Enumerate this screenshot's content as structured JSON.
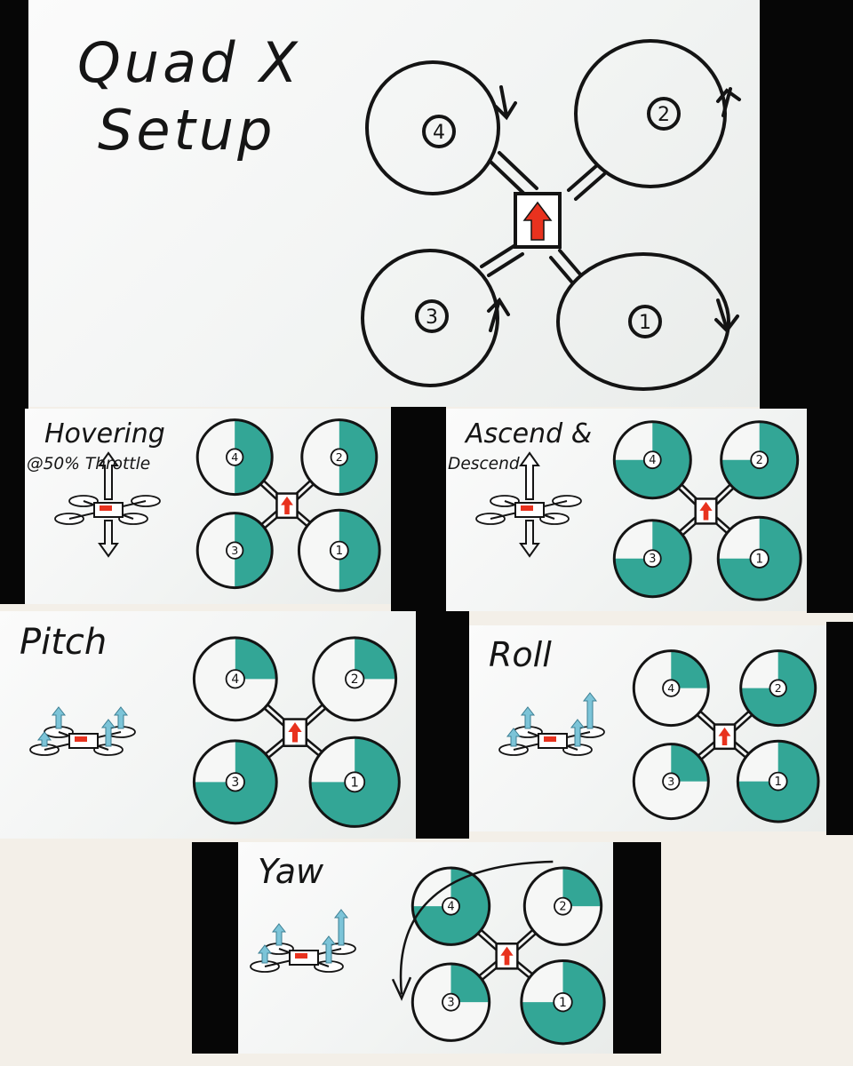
{
  "main": {
    "title_line1": "Quad X",
    "title_line2": "Setup",
    "motors": [
      {
        "label": "4",
        "spin": "clockwise"
      },
      {
        "label": "2",
        "spin": "counter-clockwise"
      },
      {
        "label": "3",
        "spin": "counter-clockwise"
      },
      {
        "label": "1",
        "spin": "clockwise"
      }
    ]
  },
  "panels": [
    {
      "key": "hover",
      "title_line1": "Hovering",
      "title_line2": "@50% Throttle",
      "throttle": {
        "4": 0.5,
        "2": 0.5,
        "3": 0.5,
        "1": 0.5
      }
    },
    {
      "key": "ascend",
      "title_line1": "Ascend &",
      "title_line2": "Descend",
      "throttle": {
        "4": 0.75,
        "2": 0.75,
        "3": 0.75,
        "1": 0.75
      }
    },
    {
      "key": "pitch",
      "title_line1": "Pitch",
      "title_line2": "",
      "throttle": {
        "4": 0.25,
        "2": 0.25,
        "3": 0.75,
        "1": 0.75
      }
    },
    {
      "key": "roll",
      "title_line1": "Roll",
      "title_line2": "",
      "throttle": {
        "4": 0.25,
        "2": 0.75,
        "3": 0.25,
        "1": 0.75
      }
    },
    {
      "key": "yaw",
      "title_line1": "Yaw",
      "title_line2": "",
      "throttle": {
        "4": 0.75,
        "2": 0.25,
        "3": 0.25,
        "1": 0.75
      }
    }
  ],
  "colors": {
    "ink": "#141414",
    "fill": "#1e9c8c",
    "arrow": "#e8321e",
    "thrust": "#7cc4d8"
  }
}
